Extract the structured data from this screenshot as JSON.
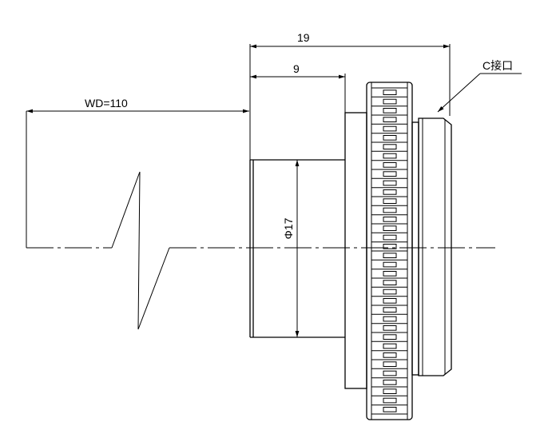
{
  "drawing": {
    "dimensions": {
      "overall_length": "19",
      "body_length": "9",
      "working_distance": "WD=110",
      "diameter": "Φ17"
    },
    "callout": {
      "mount": "C接口"
    },
    "knurl": {
      "teeth_count": 36
    }
  }
}
